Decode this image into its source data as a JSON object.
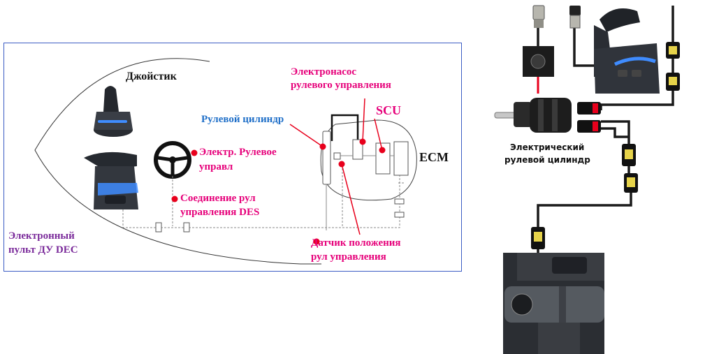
{
  "diagram": {
    "joystick_label": "Джойстик",
    "pump_label_line1": "Электронасос",
    "pump_label_line2": "рулевого управления",
    "cylinder_label": "Рулевой цилиндр",
    "scu_label": "SCU",
    "ecm_label": "ECM",
    "electric_steering_line1": "Электр. Рулевое",
    "electric_steering_line2": "управл",
    "des_line1": "Соединение рул",
    "des_line2": "управления DES",
    "dec_line1": "Электронный",
    "dec_line2": "пульт ДУ DEC",
    "sensor_line1": "Датчик положения",
    "sensor_line2": "рул управления"
  },
  "photo": {
    "cylinder_caption_line1": "Электрический",
    "cylinder_caption_line2": "рулевой цилиндр"
  },
  "colors": {
    "frame_border": "#3b5cc4",
    "accent_magenta": "#e6007a",
    "accent_blue": "#1f6fc8",
    "accent_purple": "#7a2a9a",
    "marker_red": "#e8001c"
  }
}
